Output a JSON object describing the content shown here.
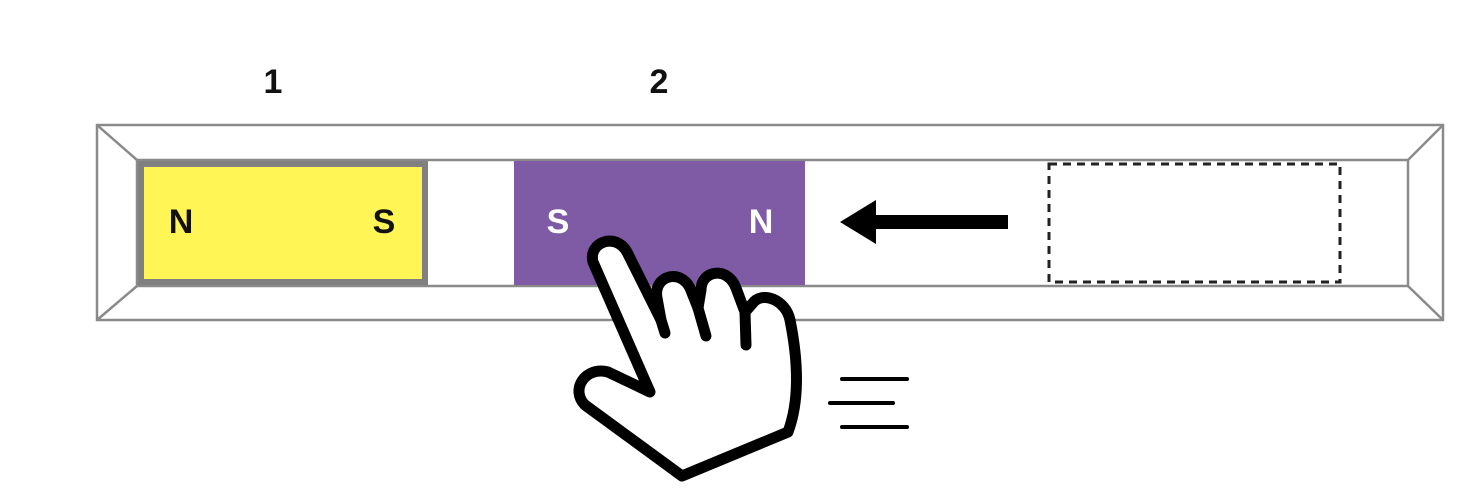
{
  "labels": {
    "magnet1_number": "1",
    "magnet2_number": "2"
  },
  "magnet1": {
    "left_pole": "N",
    "right_pole": "S",
    "color": "#fff655",
    "border_color": "#808080",
    "text_color": "#111111"
  },
  "magnet2": {
    "left_pole": "S",
    "right_pole": "N",
    "color": "#7f5ba6",
    "text_color": "#ffffff"
  },
  "arrow": {
    "direction": "left",
    "color": "#000000"
  },
  "icons": {
    "hand": "pointing-hand-icon",
    "motion": "motion-lines-icon"
  },
  "colors": {
    "track_stroke": "#8a8a8a",
    "placeholder_stroke": "#222222"
  }
}
